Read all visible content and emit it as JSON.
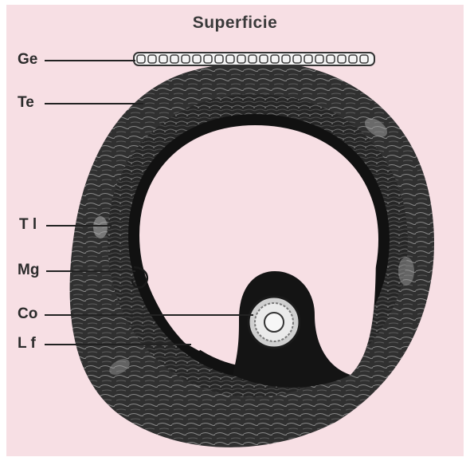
{
  "diagram": {
    "title": "Superficie",
    "labels": [
      {
        "id": "ge",
        "text": "Ge"
      },
      {
        "id": "te",
        "text": "Te"
      },
      {
        "id": "tl",
        "text": "T l"
      },
      {
        "id": "mg",
        "text": "Mg"
      },
      {
        "id": "co",
        "text": "Co"
      },
      {
        "id": "lf",
        "text": "L f"
      }
    ]
  },
  "colors": {
    "background": "#f7dfe4",
    "tissue": "#1c1c1c",
    "text": "#2b2b2b"
  }
}
